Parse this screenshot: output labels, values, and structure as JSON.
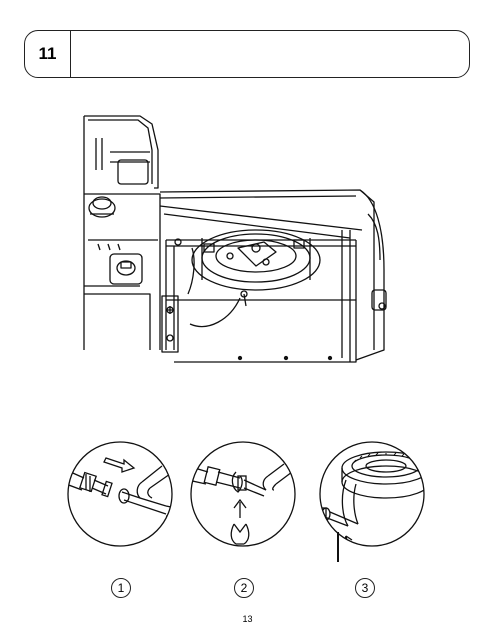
{
  "step": {
    "number": "11",
    "instruction": ""
  },
  "details": [
    {
      "label": "1",
      "image": "hose-fitting-connect-illustration"
    },
    {
      "label": "2",
      "image": "hose-clip-insert-illustration"
    },
    {
      "label": "3",
      "image": "burner-fitting-illustration"
    }
  ],
  "main_image": "grill-side-burner-assembly-illustration",
  "page": {
    "number": "13"
  }
}
